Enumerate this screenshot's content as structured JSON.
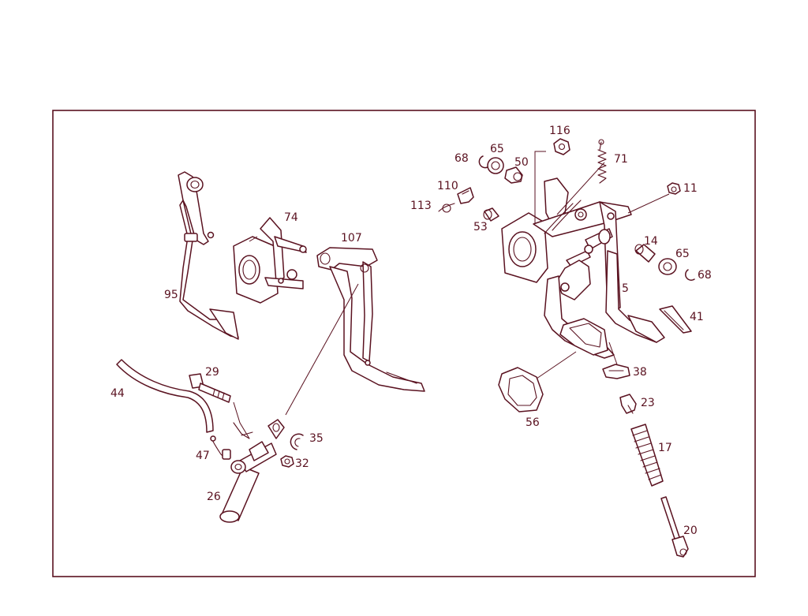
{
  "colors": {
    "line": "#5a1220",
    "background": "#ffffff"
  },
  "callouts": [
    {
      "id": "c116",
      "text": "116"
    },
    {
      "id": "c68a",
      "text": "68"
    },
    {
      "id": "c65a",
      "text": "65"
    },
    {
      "id": "c50",
      "text": "50"
    },
    {
      "id": "c71",
      "text": "71"
    },
    {
      "id": "c110",
      "text": "110"
    },
    {
      "id": "c11",
      "text": "11"
    },
    {
      "id": "c113",
      "text": "113"
    },
    {
      "id": "c53",
      "text": "53"
    },
    {
      "id": "c74",
      "text": "74"
    },
    {
      "id": "c107",
      "text": "107"
    },
    {
      "id": "c14",
      "text": "14"
    },
    {
      "id": "c65b",
      "text": "65"
    },
    {
      "id": "c68b",
      "text": "68"
    },
    {
      "id": "c95",
      "text": "95"
    },
    {
      "id": "c5",
      "text": "5"
    },
    {
      "id": "c41",
      "text": "41"
    },
    {
      "id": "c29",
      "text": "29"
    },
    {
      "id": "c38",
      "text": "38"
    },
    {
      "id": "c44",
      "text": "44"
    },
    {
      "id": "c23",
      "text": "23"
    },
    {
      "id": "c56",
      "text": "56"
    },
    {
      "id": "c35",
      "text": "35"
    },
    {
      "id": "c17",
      "text": "17"
    },
    {
      "id": "c47",
      "text": "47"
    },
    {
      "id": "c32",
      "text": "32"
    },
    {
      "id": "c26",
      "text": "26"
    },
    {
      "id": "c20",
      "text": "20"
    }
  ]
}
